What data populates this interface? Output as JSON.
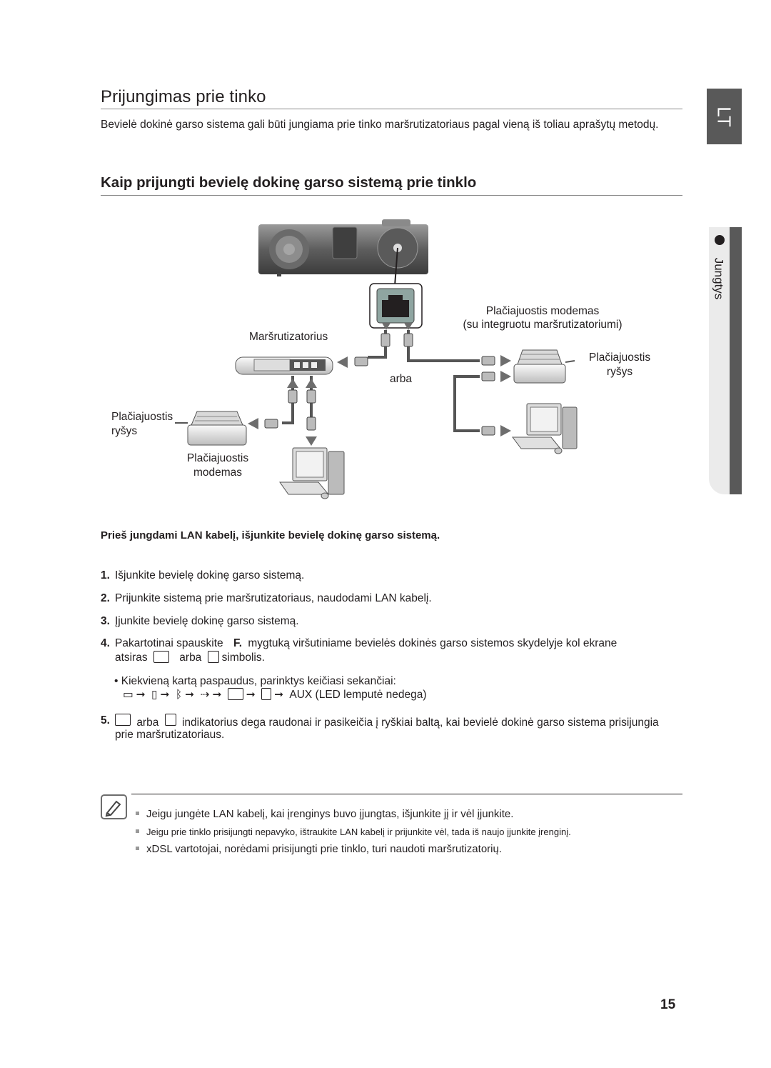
{
  "section_title": "Prijungimas prie tinko",
  "intro": "Bevielė dokinė garso sistema gali būti jungiama prie tinko maršrutizatoriaus pagal vieną iš toliau aprašytų metodų.",
  "subtitle": "Kaip prijungti bevielę dokinę garso sistemą prie tinklo",
  "side_tab": {
    "lang": "LT",
    "section": "Jungtys"
  },
  "diagram": {
    "router_label": "Maršrutizatorius",
    "modem_router_label_1": "Plačiajuostis modemas",
    "modem_router_label_2": "(su integruotu maršrutizatoriumi)",
    "broadband_right_1": "Plačiajuostis",
    "broadband_right_2": "ryšys",
    "or_label": "arba",
    "broadband_left_1": "Plačiajuostis",
    "broadband_left_2": "ryšys",
    "modem_label_1": "Plačiajuostis",
    "modem_label_2": "modemas"
  },
  "warning": "Prieš jungdami LAN kabelį, išjunkite bevielę dokinę garso sistemą.",
  "steps": [
    {
      "num": "1.",
      "text": "Išjunkite bevielę dokinę garso sistemą."
    },
    {
      "num": "2.",
      "text": "Prijunkite sistemą prie maršrutizatoriaus, naudodami LAN kabelį."
    },
    {
      "num": "3.",
      "text": "Įjunkite bevielę dokinę garso sistemą."
    }
  ],
  "step4": {
    "num": "4.",
    "part1": "Pakartotinai spauskite",
    "button": "F.",
    "part2": "mygtuką viršutiniame bevielės dokinės garso sistemos skydelyje kol ekrane",
    "part3": "atsiras",
    "or": "arba",
    "part4": "simbolis.",
    "bullet": "• Kiekvieną kartą paspaudus, parinktys keičiasi sekančiai:",
    "sequence_end": "AUX (LED lemputė nedega)"
  },
  "step5": {
    "num": "5.",
    "or": "arba",
    "text": "indikatorius dega raudonai ir pasikeičia į ryškiai baltą, kai bevielė dokinė garso sistema prisijungia",
    "text2": "prie maršrutizatoriaus."
  },
  "notes": [
    "Jeigu jungėte LAN kabelį, kai įrenginys buvo įjungtas, išjunkite jį ir vėl įjunkite.",
    "Jeigu prie tinklo prisijungti nepavyko, ištraukite LAN kabelį ir prijunkite vėl, tada iš naujo įjunkite įrenginį.",
    "xDSL vartotojai, norėdami prisijungti prie tinklo, turi naudoti maršrutizatorių."
  ],
  "page_number": "15"
}
